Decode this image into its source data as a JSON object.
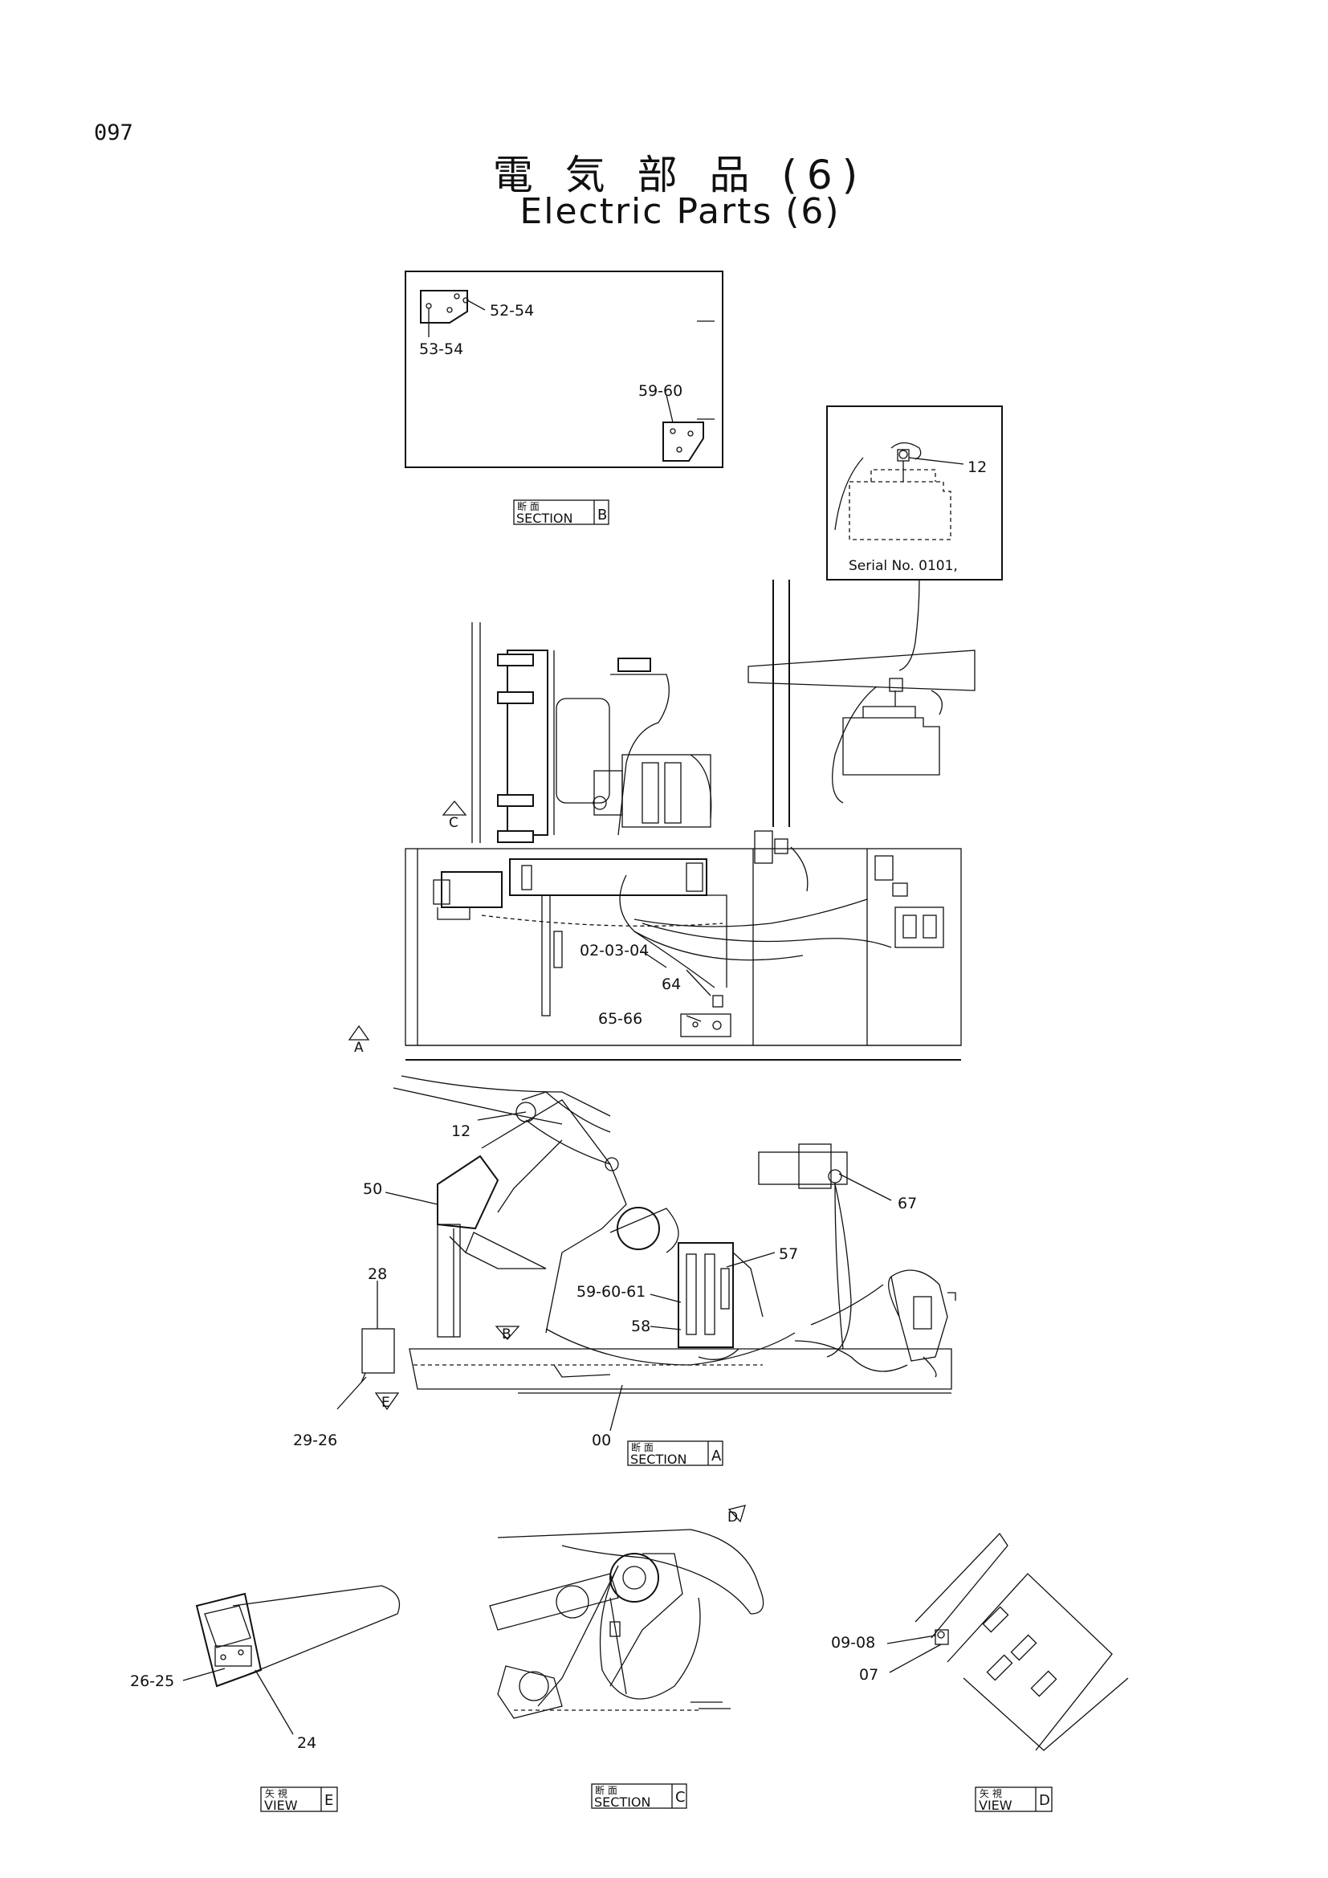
{
  "page_number": "097",
  "title_jp": "電 気 部 品 (6)",
  "title_en": "Electric Parts (6)",
  "inset_serial": "Serial No. 0101,",
  "part_labels": {
    "p52_54": "52-54",
    "p53_54": "53-54",
    "p59_60": "59-60",
    "p12_inset": "12",
    "p02_03_04": "02-03-04",
    "p64": "64",
    "p65_66": "65-66",
    "p12_main": "12",
    "p50": "50",
    "p28": "28",
    "p29_26": "29-26",
    "p57": "57",
    "p67": "67",
    "p59_60_61": "59-60-61",
    "p58": "58",
    "p00": "00",
    "p26_25": "26-25",
    "p24": "24",
    "p09_08": "09-08",
    "p07": "07"
  },
  "view_markers": {
    "a": "A",
    "b": "B",
    "c": "C",
    "d": "D",
    "e": "E"
  },
  "caption_tags": {
    "section_b": {
      "jp": "断 面",
      "en": "SECTION",
      "letter": "B"
    },
    "section_a": {
      "jp": "断 面",
      "en": "SECTION",
      "letter": "A"
    },
    "section_c": {
      "jp": "断 面",
      "en": "SECTION",
      "letter": "C"
    },
    "view_e": {
      "jp": "矢 視",
      "en": "VIEW",
      "letter": "E"
    },
    "view_d": {
      "jp": "矢 視",
      "en": "VIEW",
      "letter": "D"
    }
  }
}
